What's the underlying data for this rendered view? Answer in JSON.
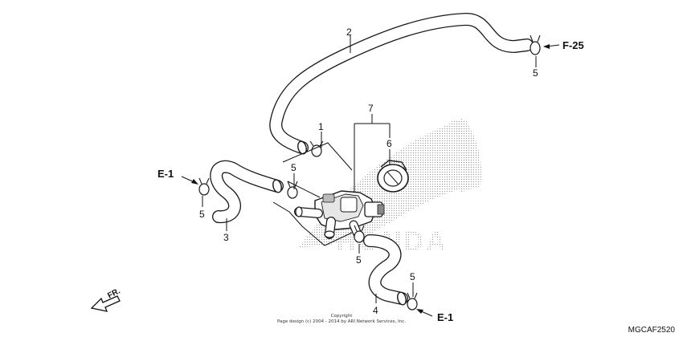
{
  "parts": {
    "p1": "1",
    "p2": "2",
    "p3": "3",
    "p4": "4",
    "p5_clip_f25": "5",
    "p5_clip_e1_left": "5",
    "p5_clip_center": "5",
    "p5_clip_lower": "5",
    "p5_clip_e1_right": "5",
    "p6": "6",
    "p7": "7"
  },
  "references": {
    "f25": "F-25",
    "e1_left": "E-1",
    "e1_right": "E-1"
  },
  "direction": "FR.",
  "watermark": "HONDA",
  "copyright": {
    "line1": "Copyright",
    "line2": "Page design (c) 2004 - 2014 by ARI Network Services, Inc."
  },
  "diagram_code": "MGCAF2520",
  "colors": {
    "line": "#1a1a1a",
    "watermark_dots": "#9a9a9a"
  },
  "icons": [
    "hose-clip-icon",
    "direction-arrow-icon",
    "reference-arrow-icon",
    "honda-wing-watermark"
  ]
}
